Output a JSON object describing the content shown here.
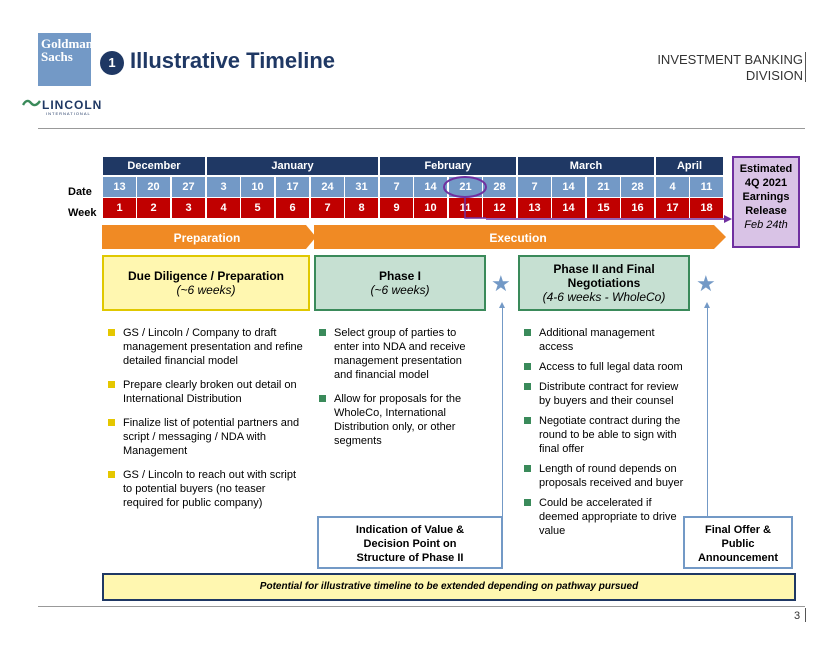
{
  "header": {
    "gs_logo_line1": "Goldman",
    "gs_logo_line2": "Sachs",
    "section_number": "1",
    "title": "Illustrative Timeline",
    "division_line1": "INVESTMENT BANKING",
    "division_line2": "DIVISION",
    "lincoln_name": "LINCOLN",
    "lincoln_sub": "INTERNATIONAL"
  },
  "timeline": {
    "date_label": "Date",
    "week_label": "Week",
    "months": [
      "December",
      "January",
      "February",
      "March",
      "April"
    ],
    "dates": [
      "13",
      "20",
      "27",
      "3",
      "10",
      "17",
      "24",
      "31",
      "7",
      "14",
      "21",
      "28",
      "7",
      "14",
      "21",
      "28",
      "4",
      "11"
    ],
    "weeks": [
      "1",
      "2",
      "3",
      "4",
      "5",
      "6",
      "7",
      "8",
      "9",
      "10",
      "11",
      "12",
      "13",
      "14",
      "15",
      "16",
      "17",
      "18"
    ],
    "highlighted_date": "21",
    "earnings_box": {
      "line1": "Estimated",
      "line2": "4Q 2021",
      "line3": "Earnings",
      "line4": "Release",
      "line5": "Feb 24th"
    }
  },
  "phases_bar": {
    "preparation": "Preparation",
    "execution": "Execution"
  },
  "phases": {
    "due_diligence": {
      "title": "Due Diligence / Preparation",
      "duration": "(~6 weeks)",
      "bullets": [
        "GS / Lincoln / Company to draft management presentation and refine detailed financial model",
        "Prepare clearly broken out detail on International Distribution",
        "Finalize list of potential partners and script / messaging / NDA with Management",
        "GS / Lincoln to reach out with script to potential buyers (no teaser required for public company)"
      ]
    },
    "phase1": {
      "title": "Phase I",
      "duration": "(~6 weeks)",
      "bullets": [
        "Select group of parties to enter into NDA and receive management presentation and financial model",
        "Allow for proposals for the WholeCo, International Distribution only, or other segments"
      ]
    },
    "phase2": {
      "title_line1": "Phase II and Final",
      "title_line2": "Negotiations",
      "duration": "(4-6 weeks - WholeCo)",
      "bullets": [
        "Additional management access",
        "Access to full legal data room",
        "Distribute contract for review by buyers and their counsel",
        "Negotiate contract during the round to be able to sign with final offer",
        "Length of round depends on proposals received and buyer",
        "Could be accelerated if deemed appropriate to drive value"
      ]
    }
  },
  "callouts": {
    "indication_line1": "Indication of Value &",
    "indication_line2": "Decision Point on",
    "indication_line3": "Structure of Phase II",
    "final_line1": "Final Offer &",
    "final_line2": "Public",
    "final_line3": "Announcement"
  },
  "footer": {
    "note": "Potential for illustrative timeline to be extended depending on pathway pursued",
    "page_number": "3"
  },
  "colors": {
    "navy": "#1f3864",
    "light_blue": "#7399c6",
    "red": "#c00000",
    "orange": "#f08a24",
    "yellow_fill": "#fff7b0",
    "green_fill": "#c6e0d2",
    "earnings_fill": "#d9c3e6",
    "earnings_border": "#7030a0"
  }
}
